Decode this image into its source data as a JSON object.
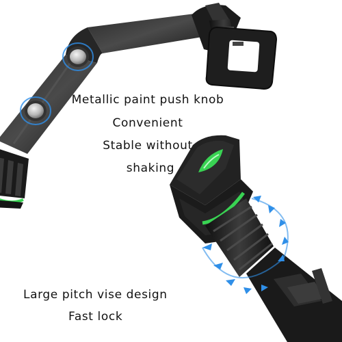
{
  "captions": {
    "knob": "Metallic paint push knob",
    "convenient": "Convenient",
    "stable": "Stable without",
    "shaking": "shaking",
    "vise": "Large pitch vise design",
    "lock": "Fast lock"
  },
  "colors": {
    "accent_green": "#39d353",
    "arrow_blue": "#2f8fe8",
    "body_dark": "#1e1e1e"
  }
}
